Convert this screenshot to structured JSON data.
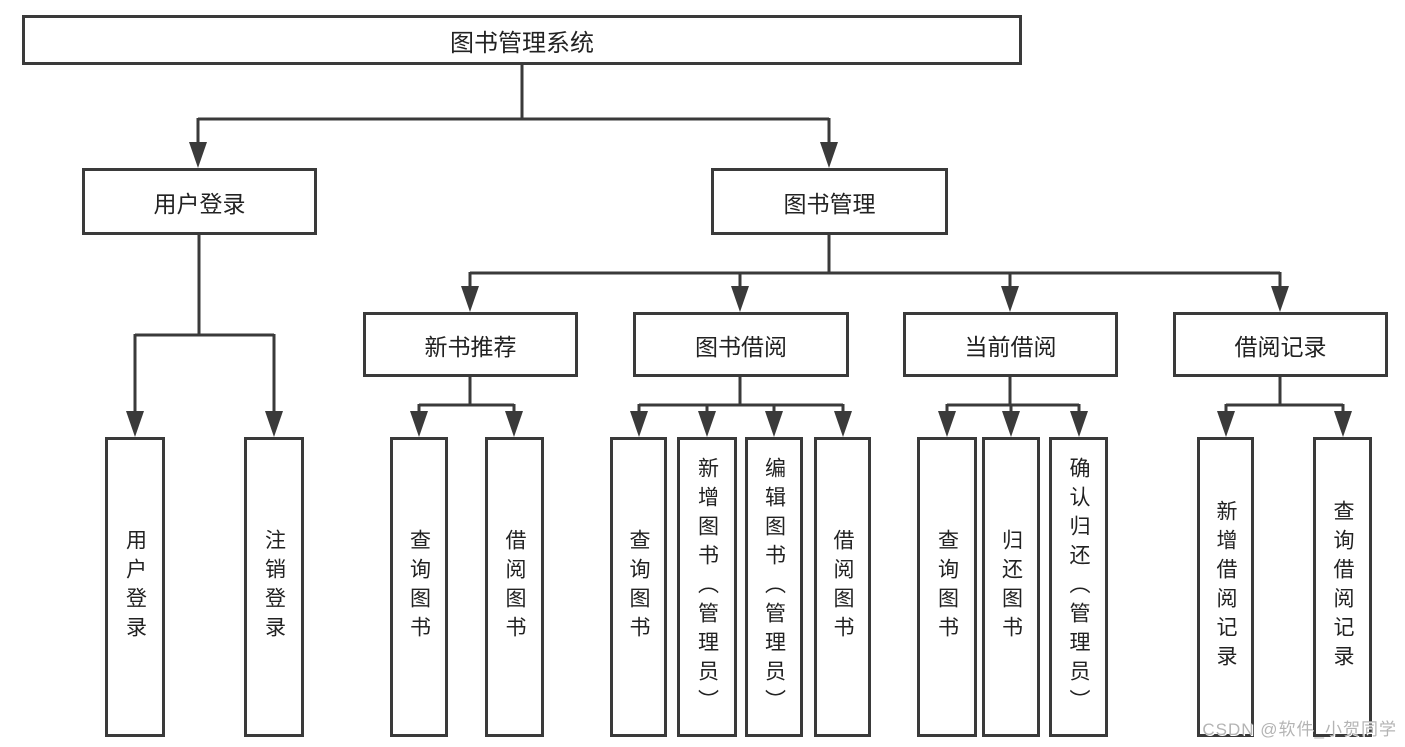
{
  "tree": {
    "label": "图书管理系统",
    "children": [
      {
        "label": "用户登录",
        "children": [
          {
            "label": "用户登录"
          },
          {
            "label": "注销登录"
          }
        ]
      },
      {
        "label": "图书管理",
        "children": [
          {
            "label": "新书推荐",
            "children": [
              {
                "label": "查询图书"
              },
              {
                "label": "借阅图书"
              }
            ]
          },
          {
            "label": "图书借阅",
            "children": [
              {
                "label": "查询图书"
              },
              {
                "label": "新增图书（管理员）"
              },
              {
                "label": "编辑图书（管理员）"
              },
              {
                "label": "借阅图书"
              }
            ]
          },
          {
            "label": "当前借阅",
            "children": [
              {
                "label": "查询图书"
              },
              {
                "label": "归还图书"
              },
              {
                "label": "确认归还（管理员）"
              }
            ]
          },
          {
            "label": "借阅记录",
            "children": [
              {
                "label": "新增借阅记录"
              },
              {
                "label": "查询借阅记录"
              }
            ]
          }
        ]
      }
    ]
  },
  "watermark": {
    "text": "CSDN @软件_小贺同学"
  },
  "colors": {
    "line": "#3a3a3a",
    "box_border": "#3a3a3a",
    "box_fill": "#ffffff",
    "text": "#222222",
    "watermark": "#b4b4b4",
    "background": "#ffffff"
  }
}
